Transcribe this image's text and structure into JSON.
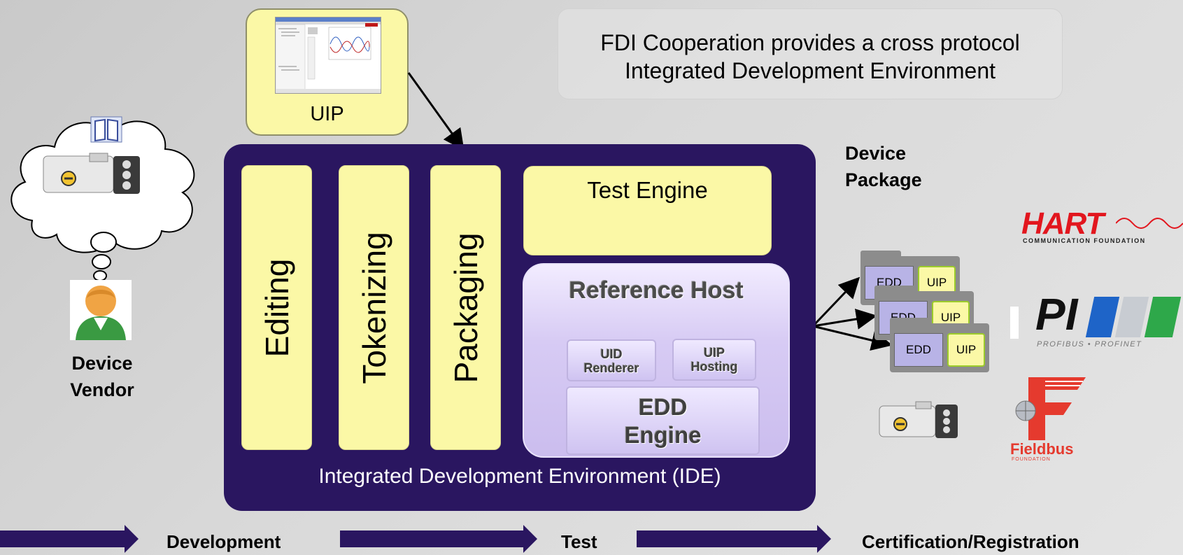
{
  "callout": {
    "line1": "FDI Cooperation provides a cross protocol",
    "line2": "Integrated Development Environment"
  },
  "uip_box": {
    "label": "UIP"
  },
  "ide": {
    "columns": [
      "Editing",
      "Tokenizing",
      "Packaging"
    ],
    "test_engine": "Test Engine",
    "reference_host": {
      "title": "Reference Host",
      "uid_renderer": "UID Renderer",
      "uip_hosting": "UIP Hosting",
      "edd_engine": "EDD Engine"
    },
    "label": "Integrated Development Environment (IDE)"
  },
  "vendor": {
    "label_line1": "Device",
    "label_line2": "Vendor"
  },
  "device_package": {
    "label_line1": "Device",
    "label_line2": "Package",
    "cards": [
      {
        "edd": "EDD",
        "uip": "UIP"
      },
      {
        "edd": "EDD",
        "uip": "UIP"
      },
      {
        "edd": "EDD",
        "uip": "UIP"
      }
    ]
  },
  "logos": {
    "hart_text": "HART",
    "hart_sub": "COMMUNICATION FOUNDATION",
    "pi_text": "PI",
    "pi_sub": "PROFIBUS • PROFINET",
    "fieldbus_text": "Fieldbus",
    "fieldbus_sub": "FOUNDATION"
  },
  "steps": [
    "Development",
    "Test",
    "Certification/Registration"
  ],
  "colors": {
    "ide_bg": "#2a1660",
    "yellow": "#fbf8a6",
    "lavender": "#cbbdee",
    "arrow": "#2a1660",
    "hart_red": "#e2161e",
    "pi_blue": "#1e64c8",
    "pi_green": "#2ea84a"
  },
  "icons": [
    "cloud-icon",
    "device-icon",
    "person-icon",
    "book-icon",
    "arrow-icon"
  ]
}
